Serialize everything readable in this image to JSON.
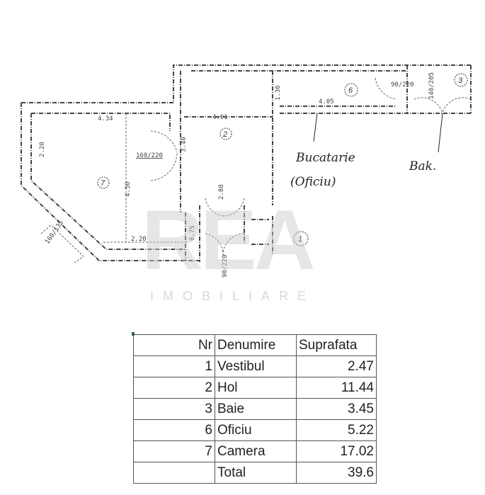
{
  "plan": {
    "dimensions": [
      "4.34",
      "2.20",
      "160/220",
      "4.50",
      "3.40",
      "4.01",
      "1.36",
      "4.05",
      "90/220",
      "140/205",
      "2.20",
      "160/135",
      "2.80",
      "0.75",
      "90/220"
    ],
    "room_numbers": [
      "7",
      "2",
      "6",
      "3",
      "1"
    ],
    "handwritten": {
      "kitchen": "Bucatarie",
      "kitchen_sub": "(Oficiu)",
      "balcony": "Bak."
    }
  },
  "watermark": {
    "logo": "REA",
    "subtitle": "IMOBILIARE"
  },
  "table": {
    "headers": {
      "nr": "Nr",
      "name": "Denumire",
      "area": "Suprafata"
    },
    "rows": [
      {
        "nr": "1",
        "name": "Vestibul",
        "area": "2.47"
      },
      {
        "nr": "2",
        "name": "Hol",
        "area": "11.44"
      },
      {
        "nr": "3",
        "name": "Baie",
        "area": "3.45"
      },
      {
        "nr": "6",
        "name": "Oficiu",
        "area": "5.22"
      },
      {
        "nr": "7",
        "name": "Camera",
        "area": "17.02"
      },
      {
        "nr": "",
        "name": "Total",
        "area": "39.6"
      }
    ]
  }
}
